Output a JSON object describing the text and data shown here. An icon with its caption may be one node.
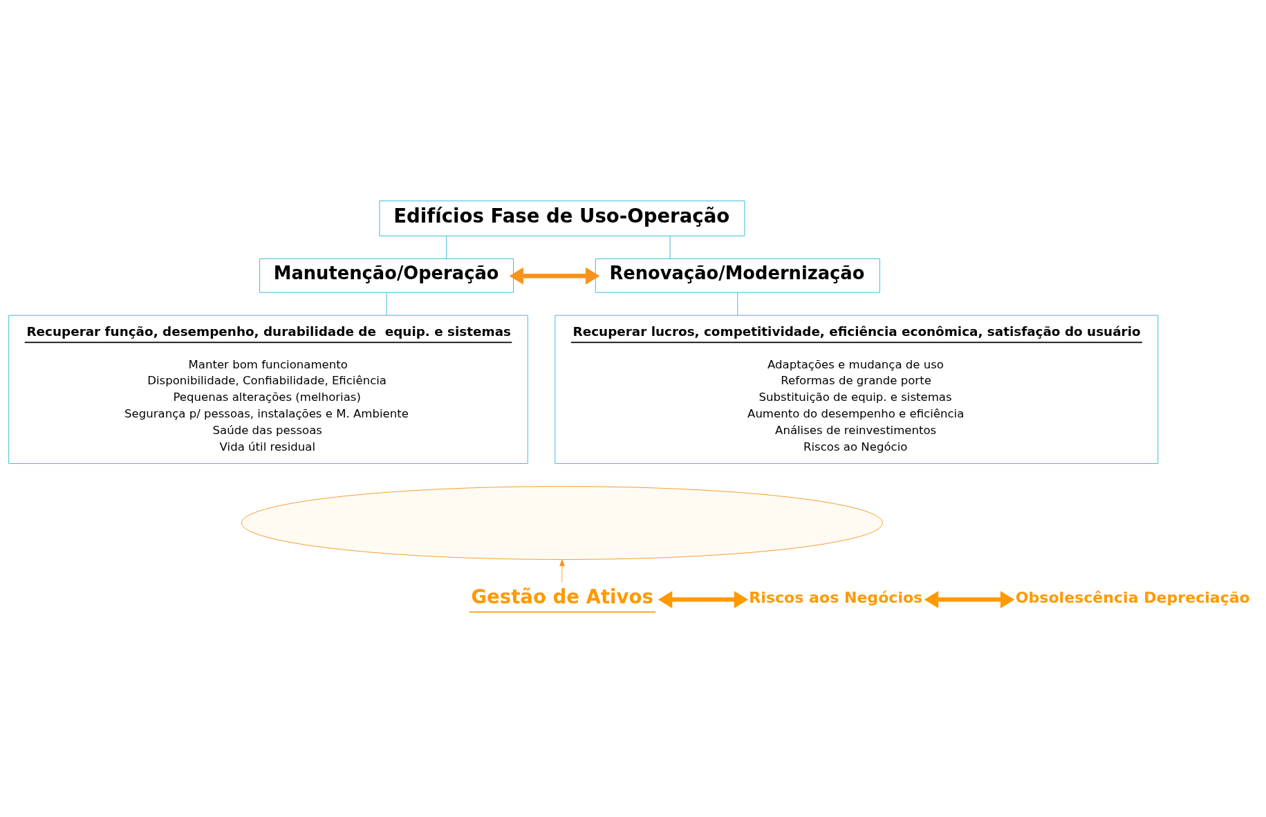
{
  "diagram": {
    "nodes": [
      {
        "text": [
          "Edifícios Fase de Uso-Operação"
        ]
      },
      {
        "text": [
          "Manutenção/Operação"
        ]
      },
      {
        "text": [
          "Renovação/Modernização"
        ]
      },
      {
        "text": [
          "Recuperar função, desempenho, durabilidade de  equip. e sistemas",
          "Manter bom funcionamento",
          "Disponibilidade, Confiabilidade, Eficiência",
          "Pequenas alterações (melhorias)",
          "Segurança p/ pessoas, instalações e M. Ambiente",
          "Saúde das pessoas",
          "Vida útil residual"
        ]
      },
      {
        "text": [
          "Recuperar lucros, competitividade, eficiência econômica, satisfação do usuário",
          "Adaptações e mudança de uso",
          "Reformas de grande porte",
          "Substituição de equip. e sistemas",
          "Aumento do desempenho e eficiência",
          "Análises de reinvestimentos",
          "Riscos ao Negócio"
        ]
      },
      {
        "text": [],
        "shape": "ellipse"
      },
      {
        "text": [
          "Gestão de Ativos"
        ]
      },
      {
        "text": [
          "Riscos aos Negócios"
        ]
      },
      {
        "text": [
          "Obsolescência Depreciação"
        ]
      }
    ],
    "edges": [
      {
        "from": 0,
        "to": 1,
        "arrow": "none",
        "color": "#29b6d8"
      },
      {
        "from": 0,
        "to": 2,
        "arrow": "none",
        "color": "#29b6d8"
      },
      {
        "from": 1,
        "to": 2,
        "arrow": "both",
        "style": "thick",
        "color": "#f7941d"
      },
      {
        "from": 1,
        "to": 3,
        "arrow": "none",
        "color": "#29b6d8"
      },
      {
        "from": 2,
        "to": 4,
        "arrow": "none",
        "color": "#29b6d8"
      },
      {
        "from": 6,
        "to": 5,
        "arrow": "to",
        "color": "#f7941d"
      },
      {
        "from": 6,
        "to": 7,
        "arrow": "both",
        "style": "thick",
        "color": "#ff9900"
      },
      {
        "from": 7,
        "to": 8,
        "arrow": "both",
        "style": "thick",
        "color": "#ff9900"
      }
    ]
  }
}
